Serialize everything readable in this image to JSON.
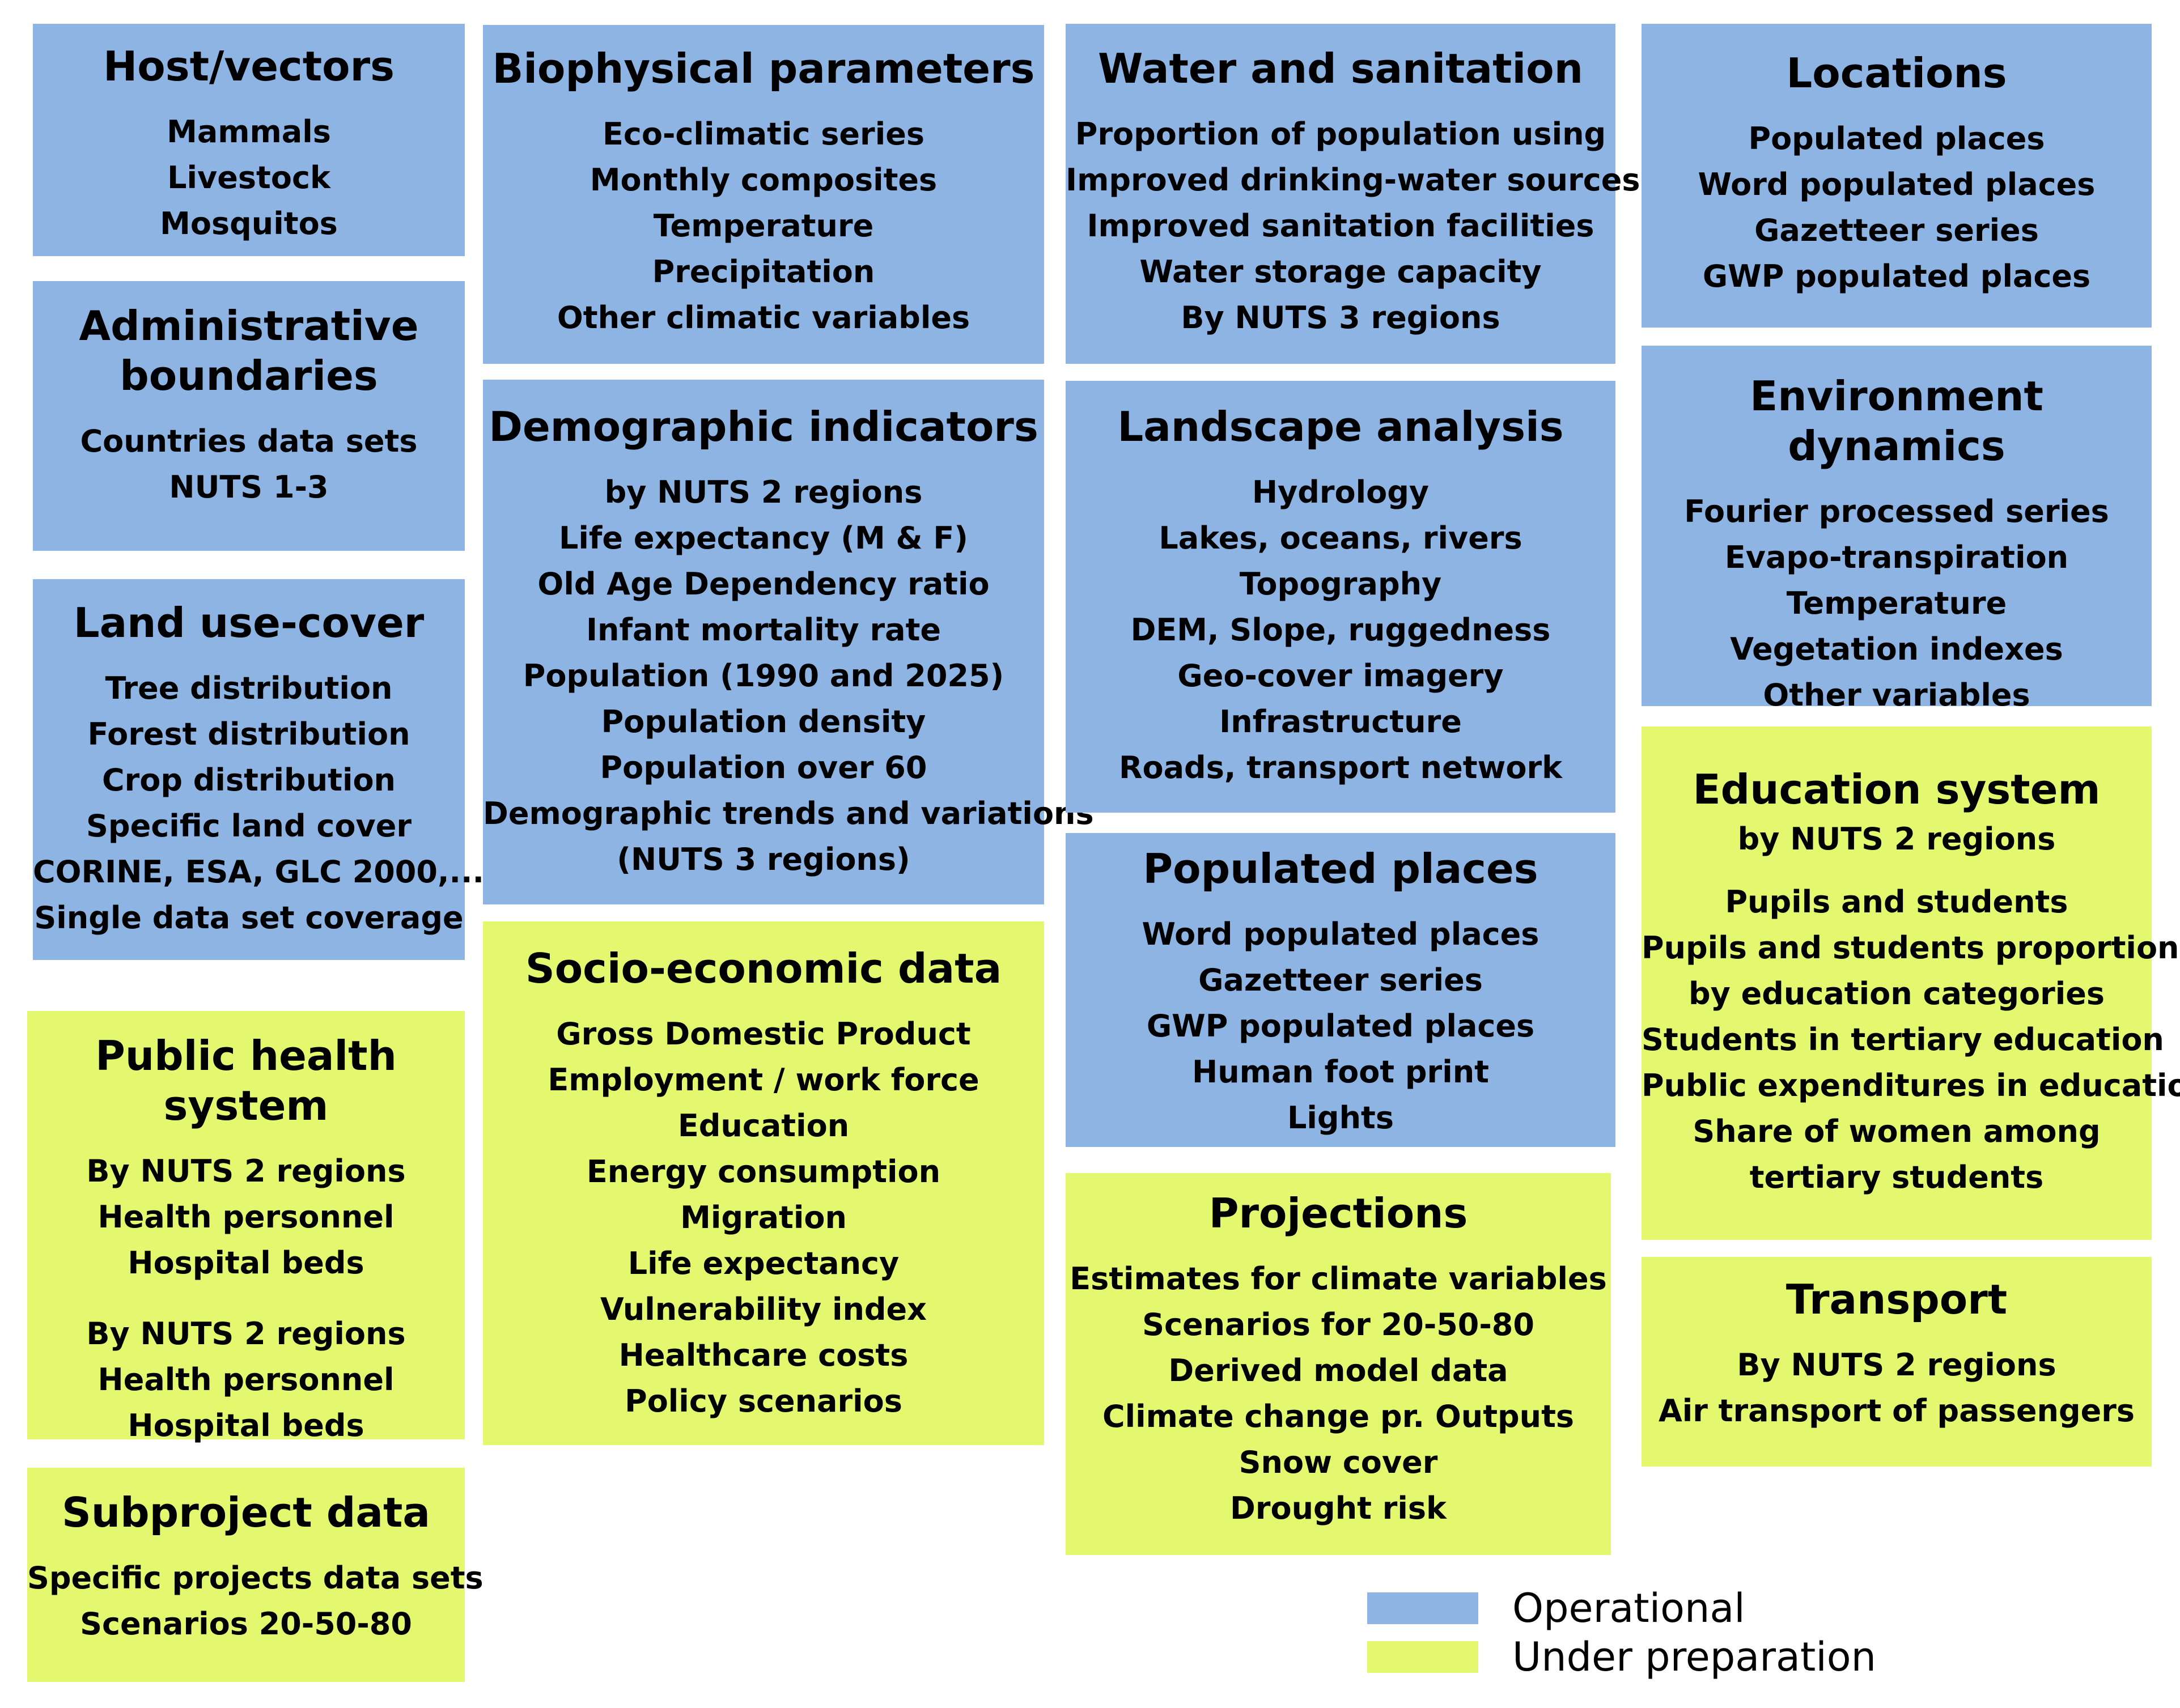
{
  "colors": {
    "operational": "#8EB4E3",
    "under_preparation": "#E3F86E"
  },
  "boxes": {
    "host_vectors": {
      "title": "Host/vectors",
      "items": [
        "Mammals",
        "Livestock",
        "Mosquitos"
      ]
    },
    "admin": {
      "title_line1": "Administrative",
      "title_line2": "boundaries",
      "items": [
        "Countries data sets",
        "NUTS 1-3"
      ]
    },
    "landuse": {
      "title": "Land use-cover",
      "items": [
        "Tree distribution",
        "Forest distribution",
        "Crop distribution",
        "Specific land cover",
        "CORINE, ESA, GLC 2000,...",
        "Single data set coverage"
      ]
    },
    "publichealth": {
      "title": "Public health system",
      "group1": [
        "By NUTS 2 regions",
        "Health personnel",
        "Hospital beds"
      ],
      "group2": [
        "By NUTS 2 regions",
        "Health personnel",
        "Hospital beds"
      ]
    },
    "subproject": {
      "title": "Subproject data",
      "items": [
        "Specific projects data sets",
        "Scenarios  20-50-80"
      ]
    },
    "biophysical": {
      "title": "Biophysical parameters",
      "items": [
        "Eco-climatic series",
        "Monthly composites",
        "Temperature",
        "Precipitation",
        "Other climatic variables"
      ]
    },
    "demographic": {
      "title": "Demographic indicators",
      "items": [
        "by NUTS 2 regions",
        "Life expectancy (M & F)",
        "Old Age Dependency ratio",
        "Infant mortality rate",
        "Population (1990 and 2025)",
        "Population density",
        "Population over 60",
        "Demographic trends and variations",
        "(NUTS 3 regions)"
      ]
    },
    "socio": {
      "title": "Socio-economic data",
      "items": [
        "Gross Domestic Product",
        "Employment / work force",
        "Education",
        "Energy consumption",
        "Migration",
        "Life expectancy",
        "Vulnerability index",
        "Healthcare costs",
        "Policy scenarios"
      ]
    },
    "water": {
      "title": "Water and sanitation",
      "items": [
        "Proportion of population using",
        "Improved drinking-water sources",
        "Improved sanitation facilities",
        "Water storage capacity",
        "By NUTS 3 regions"
      ]
    },
    "landscape": {
      "title": "Landscape analysis",
      "items": [
        "Hydrology",
        "Lakes, oceans, rivers",
        "Topography",
        "DEM, Slope, ruggedness",
        "Geo-cover imagery",
        "Infrastructure",
        "Roads, transport network"
      ]
    },
    "populated": {
      "title": "Populated places",
      "items": [
        "Word populated places",
        "Gazetteer series",
        "GWP populated places",
        "Human foot print",
        "Lights"
      ]
    },
    "projections": {
      "title": "Projections",
      "items": [
        "Estimates for climate variables",
        "Scenarios for 20-50-80",
        "Derived model data",
        "Climate change pr. Outputs",
        "Snow cover",
        "Drought risk"
      ]
    },
    "locations": {
      "title": "Locations",
      "items": [
        "Populated places",
        "Word populated places",
        "Gazetteer series",
        "GWP populated places"
      ]
    },
    "envdyn": {
      "title": "Environment dynamics",
      "items": [
        "Fourier processed series",
        "Evapo-transpiration",
        "Temperature",
        "Vegetation indexes",
        "Other variables"
      ]
    },
    "education": {
      "title": "Education system",
      "subtitle": "by NUTS 2 regions",
      "items": [
        "Pupils and students",
        "Pupils and students proportions",
        "by education categories",
        "Students in tertiary education",
        "Public expenditures in education",
        "Share of women among",
        "tertiary students"
      ]
    },
    "transport": {
      "title": "Transport",
      "items": [
        "By NUTS 2 regions",
        "Air transport of passengers"
      ]
    }
  },
  "legend": {
    "operational": "Operational",
    "under_preparation": "Under preparation"
  }
}
